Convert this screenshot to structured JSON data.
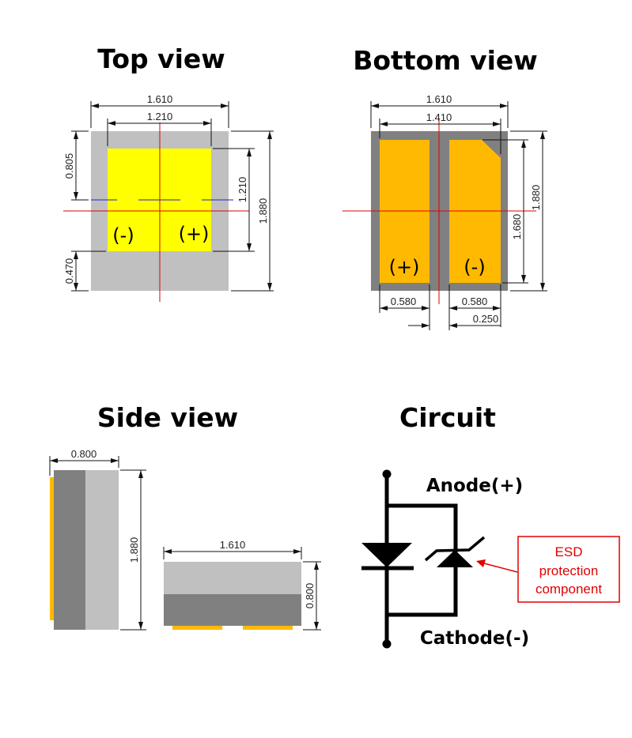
{
  "titles": {
    "top": "Top view",
    "bottom": "Bottom view",
    "side": "Side view",
    "circuit": "Circuit"
  },
  "top_view": {
    "width": "1.610",
    "pad_width": "1.210",
    "upper_offset": "0.805",
    "lower_offset": "0.470",
    "pad_height": "1.210",
    "height": "1.880",
    "pol_left": "(-)",
    "pol_right": "(+)"
  },
  "bottom_view": {
    "width": "1.610",
    "pads_width": "1.410",
    "pad_height": "1.680",
    "height": "1.880",
    "pad_left_width": "0.580",
    "pad_right_width": "0.580",
    "gap": "0.250",
    "pol_left": "(+)",
    "pol_right": "(-)"
  },
  "side_view": {
    "left_width": "0.800",
    "left_height": "1.880",
    "right_width": "1.610",
    "right_height": "0.800"
  },
  "circuit": {
    "anode": "Anode(+)",
    "cathode": "Cathode(-)",
    "esd_line1": "ESD",
    "esd_line2": "protection",
    "esd_line3": "component"
  },
  "colors": {
    "body_light": "#c0c0c0",
    "body_dark": "#808080",
    "top_pad": "#ffff00",
    "bottom_pad": "#ffb900",
    "center_line": "#e00000",
    "esd": "#e00000"
  }
}
